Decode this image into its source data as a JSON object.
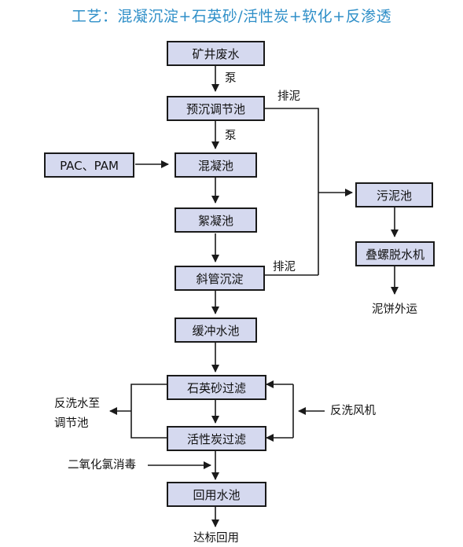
{
  "title": "工艺：混凝沉淀+石英砂/活性炭+软化+反渗透",
  "colors": {
    "title": "#2f8fc8",
    "box_fill": "#d5d9ef",
    "line": "#1a1a1a"
  },
  "boxes": {
    "mine_wastewater": "矿井废水",
    "pre_settling_tank": "预沉调节池",
    "coagulation_tank": "混凝池",
    "flocculation_tank": "絮凝池",
    "inclined_tube_settling": "斜管沉淀",
    "buffer_tank": "缓冲水池",
    "quartz_sand_filter": "石英砂过滤",
    "activated_carbon_filter": "活性炭过滤",
    "reuse_tank": "回用水池",
    "sludge_tank": "污泥池",
    "stacked_screw_dewaterer": "叠螺脱水机",
    "chemical_dosing": "PAC、PAM"
  },
  "labels": {
    "pump_1": "泵",
    "pump_2": "泵",
    "sludge_discharge_1": "排泥",
    "sludge_discharge_2": "排泥",
    "sludge_cake_out": "泥饼外运",
    "backwash_water_line1": "反洗水至",
    "backwash_water_line2": "调节池",
    "backwash_blower": "反洗风机",
    "disinfection": "二氧化氯消毒",
    "effluent": "达标回用"
  }
}
